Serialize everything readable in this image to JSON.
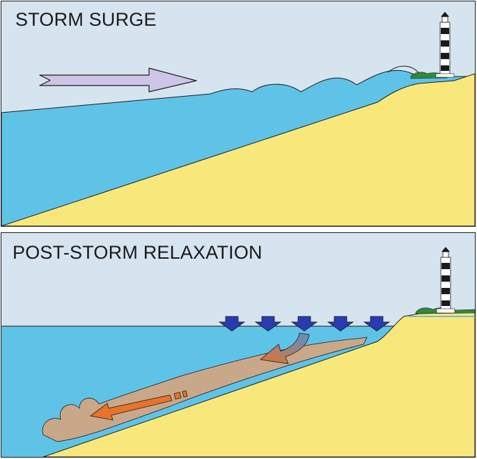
{
  "panels": [
    {
      "title": "STORM SURGE",
      "elements": [
        "surge-arrow",
        "surge-waves",
        "sloping-beach",
        "lighthouse",
        "dune-vegetation"
      ]
    },
    {
      "title": "POST-STORM RELAXATION",
      "elements": [
        "downward-arrows",
        "return-flow-arrow",
        "sediment-flow-arrow",
        "turbid-plume",
        "sloping-beach",
        "lighthouse",
        "dune-vegetation"
      ]
    }
  ],
  "colors": {
    "sky": "#d6e4f0",
    "water": "#5fc3e8",
    "sand": "#f8e87c",
    "sediment": "#c9a88a",
    "surge_arrow": "#cdc5e6",
    "down_arrow": "#2a3bb0",
    "flow_arrow": "#e8732a"
  }
}
